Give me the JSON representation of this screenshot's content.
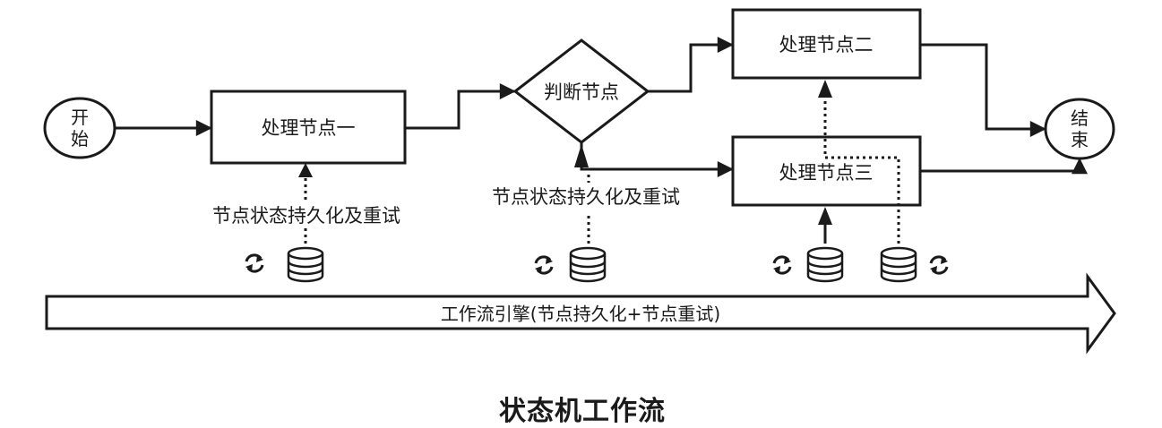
{
  "nodes": {
    "start": "开始",
    "process_one": "处理节点一",
    "decision": "判断节点",
    "process_two": "处理节点二",
    "process_three": "处理节点三",
    "end": "结束"
  },
  "persist_label": "节点状态持久化及重试",
  "engine_label": "工作流引擎(节点持久化+节点重试)",
  "caption": "状态机工作流",
  "icons": [
    "refresh-icon",
    "database-icon"
  ]
}
